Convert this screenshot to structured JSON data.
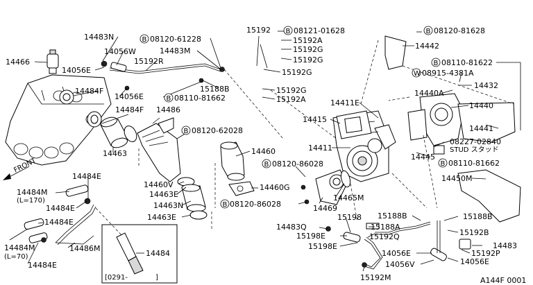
{
  "labels": {
    "p14483N": "14483N",
    "p14466": "14466",
    "p14056W": "14056W",
    "p14056E_a": "14056E",
    "p08120_61228": "08120-61228",
    "p14483M": "14483M",
    "p15192R": "15192R",
    "p15192": "15192",
    "p08121_01628": "08121-01628",
    "p15192A_a": "15192A",
    "p15192G_a": "15192G",
    "p15192G_b": "15192G",
    "p15192G_c": "15192G",
    "p08120_81628": "08120-81628",
    "p14442": "14442",
    "p14484F_a": "14484F",
    "p14056E_b": "14056E",
    "p15188B_a": "15188B",
    "p08110_81662_a": "08110-81662",
    "p15192G_d": "15192G",
    "p15192A_b": "15192A",
    "p08110_81622": "08110-81622",
    "p08915_4381A": "08915-4381A",
    "p14432": "14432",
    "p14440A": "14440A",
    "p14440": "14440",
    "p14441": "14441",
    "p08227_02840": "08227-02840",
    "stud_label": "STUD スタッド",
    "p14484F_b": "14484F",
    "p14486": "14486",
    "p14411E": "14411E",
    "p14415": "14415",
    "p08120_62028": "08120-62028",
    "p14463": "14463",
    "p14411": "14411",
    "p14460": "14460",
    "p14445": "14445",
    "p08110_81662_b": "08110-81662",
    "front": "FRONT",
    "p14484E_a": "14484E",
    "p08120_86028_a": "08120-86028",
    "p14450M": "14450M",
    "p14460V": "14460V",
    "p14460G": "14460G",
    "p14484M_a": "14484M",
    "p14484M_a_len": "(L=170)",
    "p14484E_b": "14484E",
    "p14463E_a": "14463E",
    "p14465M": "14465M",
    "p14463N": "14463N",
    "p08120_86028_b": "08120-86028",
    "p14469": "14469",
    "p15188B_b": "15188B",
    "p15188B_c": "15188B",
    "p14484E_c": "14484E",
    "p14463E_b": "14463E",
    "p15198": "15198",
    "p15188A": "15188A",
    "p14483Q": "14483Q",
    "p15198E_a": "15198E",
    "p15192Q": "15192Q",
    "p15192B": "15192B",
    "p14484M_b": "14484M",
    "p14484M_b_len": "(L=70)",
    "p14486M": "14486M",
    "p14484": "14484",
    "p15198E_b": "15198E",
    "p14056E_c": "14056E",
    "p14483": "14483",
    "p15192P": "15192P",
    "p14484E_d": "14484E",
    "p14056V": "14056V",
    "p14056E_d": "14056E",
    "p15192M": "15192M",
    "inset_range": "[0291-",
    "inset_close": "]",
    "diagram_code": "A144F 0001"
  },
  "badges": {
    "bolt_B": "B",
    "washer_W": "W"
  }
}
